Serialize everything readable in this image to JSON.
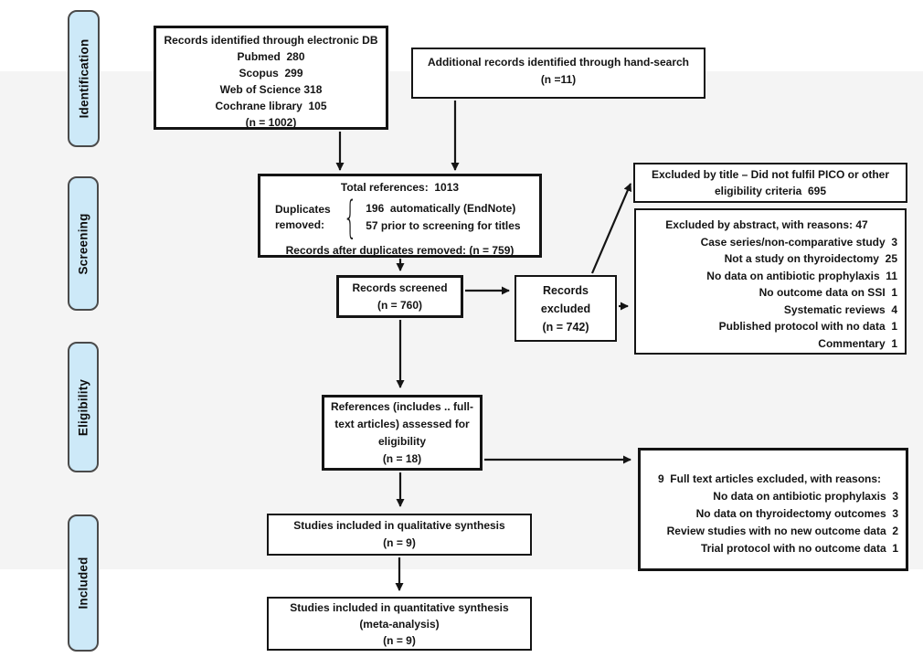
{
  "stages": {
    "identification": "Identification",
    "screening": "Screening",
    "eligibility": "Eligibility",
    "included": "Included"
  },
  "boxes": {
    "records_identified": {
      "lines": [
        "Records identified through electronic DB",
        "Pubmed  280",
        "Scopus  299",
        "Web of Science 318",
        "Cochrane library  105",
        "(n = 1002)"
      ]
    },
    "hand_search": {
      "lines": [
        "Additional records identified through hand-search",
        "(n =11)"
      ]
    },
    "total_references": {
      "title": "Total references:  1013",
      "dup_label_1": "Duplicates",
      "dup_label_2": "removed:",
      "brace": "{",
      "dup_item_1": "196  automatically (EndNote)",
      "dup_item_2": "57 prior to screening for titles",
      "footer": "Records after duplicates removed: (n = 759)"
    },
    "records_screened": {
      "lines": [
        "Records screened",
        "(n = 760)"
      ]
    },
    "records_excluded": {
      "lines": [
        "Records",
        "excluded",
        "(n = 742)"
      ]
    },
    "excluded_by_title": {
      "lines": [
        "Excluded by title – Did not fulfil PICO or other",
        "eligibility criteria  695"
      ]
    },
    "excluded_by_abstract": {
      "heading": "Excluded by abstract, with reasons: 47",
      "reasons": [
        "Case series/non-comparative study  3",
        "Not a study on thyroidectomy  25",
        "No data on antibiotic prophylaxis  11",
        "No outcome data on SSI  1",
        "Systematic reviews  4",
        "Published protocol with no data  1",
        "Commentary  1"
      ]
    },
    "references_assessed": {
      "lines": [
        "References (includes .. full-",
        "text articles) assessed for",
        "eligibility",
        "(n = 18)"
      ]
    },
    "fulltext_excluded": {
      "heading": "9  Full text articles excluded, with reasons:",
      "reasons": [
        "No data on antibiotic prophylaxis  3",
        "No data on thyroidectomy outcomes  3",
        "Review studies with no new outcome data  2",
        "Trial protocol with no outcome data  1"
      ]
    },
    "qualitative": {
      "lines": [
        "Studies included in qualitative synthesis",
        "(n = 9)"
      ]
    },
    "quantitative": {
      "lines": [
        "Studies included in quantitative synthesis",
        "(meta-analysis)",
        "(n = 9)"
      ]
    }
  }
}
